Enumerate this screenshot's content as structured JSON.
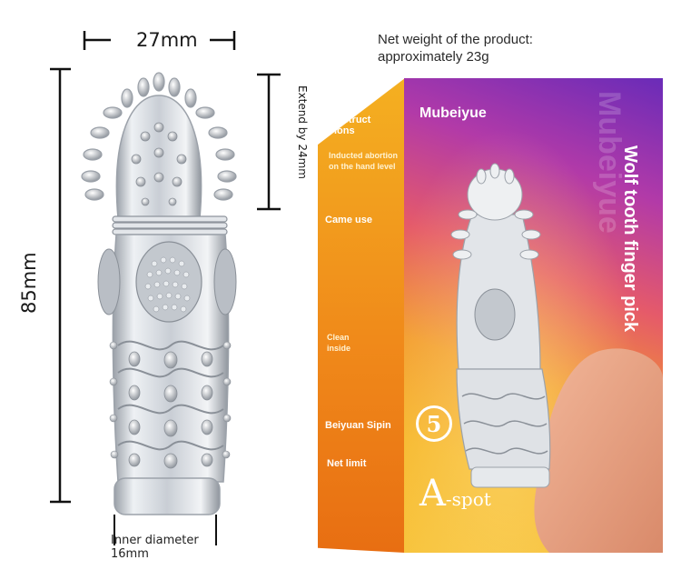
{
  "dimensions": {
    "width": "27mm",
    "height": "85mm",
    "extend": "Extend by 24mm",
    "inner_line1": "Inner diameter",
    "inner_line2": "16mm"
  },
  "weight": {
    "line1": "Net weight of the product:",
    "line2": "approximately 23g"
  },
  "package": {
    "brand": "Mubeiyue",
    "title": "Wolf tooth finger pick",
    "badge_number": "5",
    "aspot_letter": "A",
    "aspot_rest": "-spot",
    "side_heading": "Instruct ions",
    "side_lines": [
      "Inducted abortion",
      "on the hand level",
      "Came use",
      "Clean",
      "inside",
      "Beiyuan Sipin",
      "Net limit"
    ]
  },
  "colors": {
    "box_purple": "#6a2bb8",
    "box_orange": "#f29a2c",
    "box_yellow": "#f7c33a",
    "product_clear": "#d9dde2"
  }
}
